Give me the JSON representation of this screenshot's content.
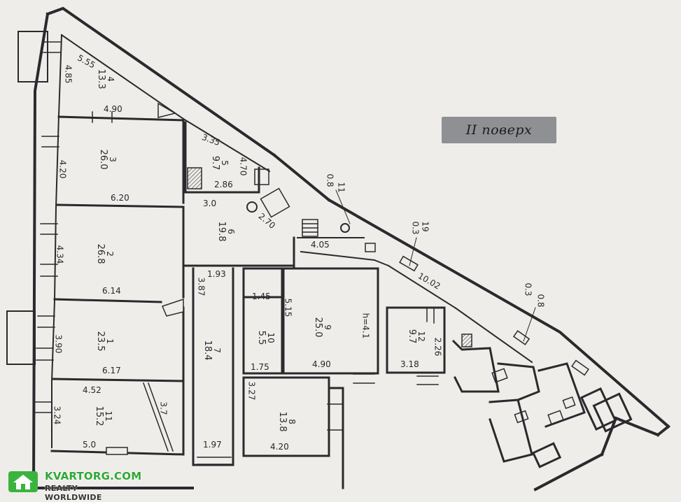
{
  "plan": {
    "floor_label": "II поверх",
    "rooms": [
      {
        "num": "4",
        "area": "13.3"
      },
      {
        "num": "3",
        "area": "26.0"
      },
      {
        "num": "2",
        "area": "26.8"
      },
      {
        "num": "1",
        "area": "23.5"
      },
      {
        "num": "11",
        "area": "15.2"
      },
      {
        "num": "7",
        "area": "18.4"
      },
      {
        "num": "6",
        "area": "19.8"
      },
      {
        "num": "5",
        "area": "9.7"
      },
      {
        "num": "9",
        "area": "25.0"
      },
      {
        "num": "8",
        "area": "13.8"
      },
      {
        "num": "12",
        "area": "9.7"
      },
      {
        "num": "10",
        "area": "5.5"
      }
    ],
    "dimensions": {
      "d_555": "5.55",
      "d_485": "4.85",
      "d_490": "4.90",
      "d_420a": "4.20",
      "d_620": "6.20",
      "d_434": "4.34",
      "d_614": "6.14",
      "d_390": "3.90",
      "d_617": "6.17",
      "d_452": "4.52",
      "d_324": "3.24",
      "d_50": "5.0",
      "d_37": "3.7",
      "d_335": "3.35",
      "d_470": "4.70",
      "d_286": "2.86",
      "d_30": "3.0",
      "d_270": "2.70",
      "d_405": "4.05",
      "d_193": "1.93",
      "d_387": "3.87",
      "d_197": "1.97",
      "d_145": "1.45",
      "d_175": "1.75",
      "d_515": "5.15",
      "d_h41": "h=4.1",
      "d_490b": "4.90",
      "d_318": "3.18",
      "d_226": "2.26",
      "d_327": "3.27",
      "d_420b": "4.20",
      "d_1002": "10.02",
      "d_08a": "0.8",
      "d_11": "11",
      "d_19": "19",
      "d_03a": "0.3",
      "d_08b": "0.8",
      "d_03b": "0.3"
    }
  },
  "watermark": {
    "brand": "KVARTORG.COM",
    "tagline": "REALTY WORLDWIDE"
  },
  "colors": {
    "paper": "#eeede9",
    "ink": "#2a2a2e",
    "label_bg": "#8f9093",
    "brand_green": "#2fa836"
  }
}
